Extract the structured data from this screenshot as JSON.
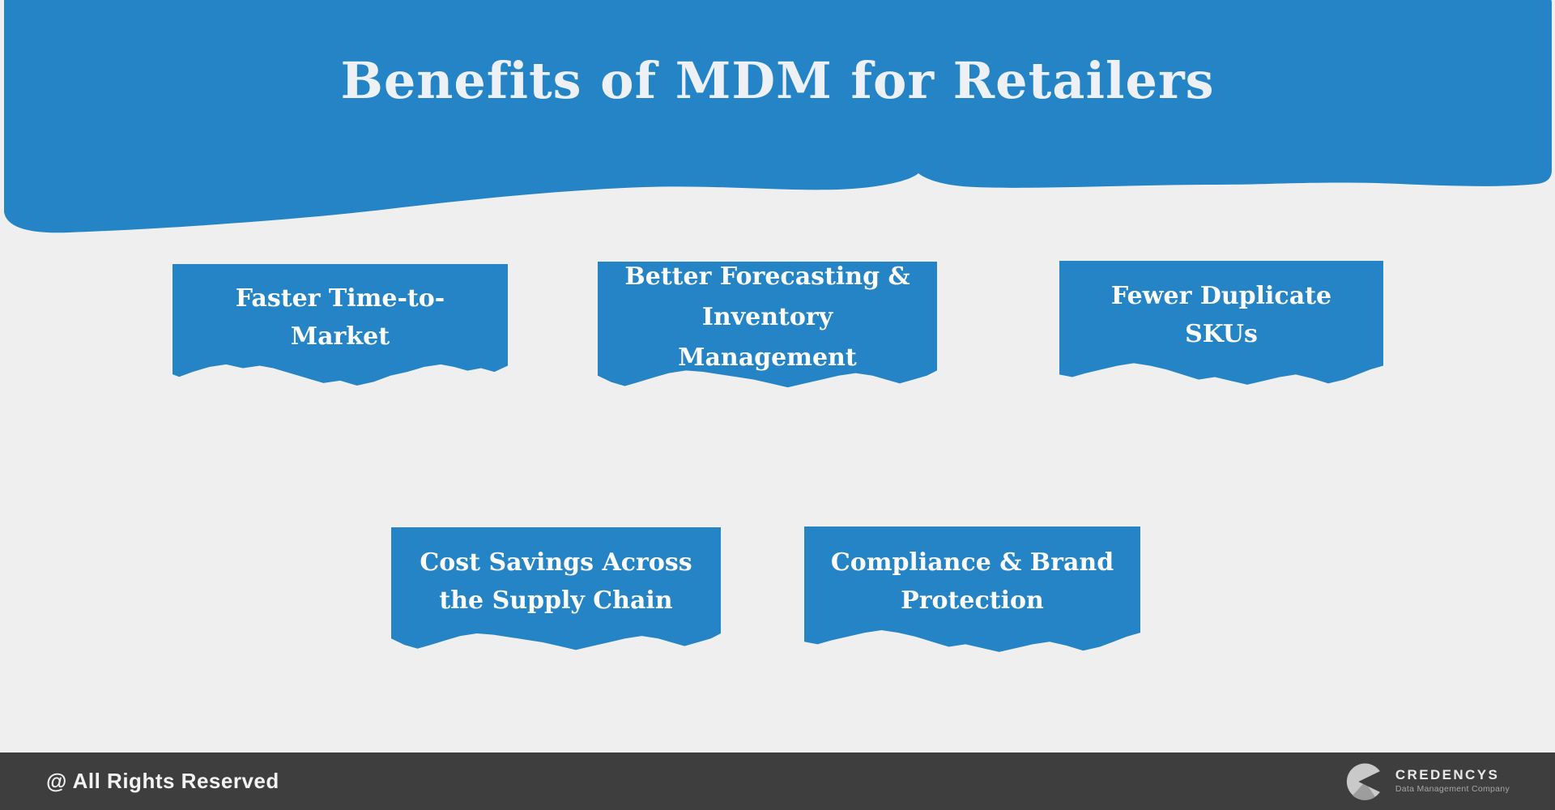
{
  "slide": {
    "title": "Benefits of MDM for Retailers"
  },
  "benefits": [
    {
      "lines": [
        "Faster Time-to-",
        "Market"
      ]
    },
    {
      "lines": [
        "Better Forecasting &",
        "Inventory",
        "Management"
      ]
    },
    {
      "lines": [
        "Fewer Duplicate",
        "SKUs"
      ]
    },
    {
      "lines": [
        "Cost Savings Across",
        "the Supply Chain"
      ]
    },
    {
      "lines": [
        "Compliance & Brand",
        "Protection"
      ]
    }
  ],
  "footer": {
    "copyright": "@ All Rights Reserved",
    "logo": {
      "name": "CREDENCYS",
      "tagline": "Data Management Company"
    }
  },
  "colors": {
    "accent_blue": "#2484c6",
    "background": "#efefef",
    "footer_background": "#3e3e3e",
    "title_text": "#edf1f5",
    "card_text": "#fdfdfe",
    "logo_light_gray": "#c9c9c9",
    "logo_mid_gray": "#9d9d9d"
  }
}
